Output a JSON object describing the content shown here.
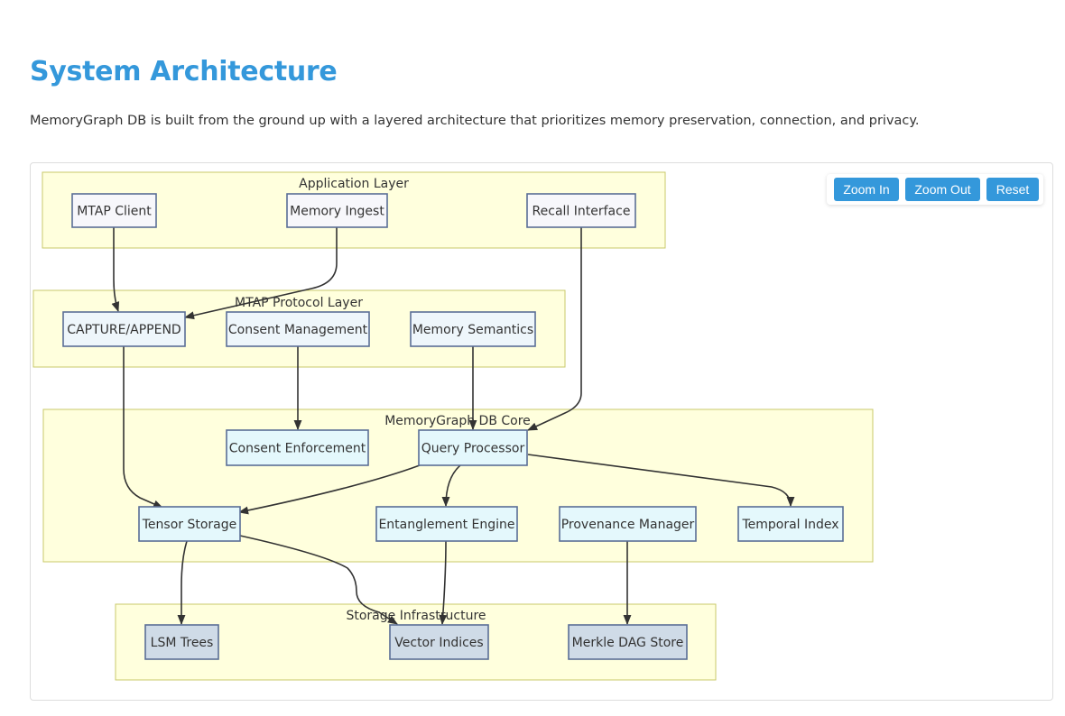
{
  "page": {
    "title": "System Architecture",
    "intro": "MemoryGraph DB is built from the ground up with a layered architecture that prioritizes memory preservation, connection, and privacy."
  },
  "zoom_controls": {
    "zoom_in": "Zoom In",
    "zoom_out": "Zoom Out",
    "reset": "Reset"
  },
  "colors": {
    "title": "#3498db",
    "button": "#3498db",
    "layer_fill": "#ffffdd",
    "layer_border": "#c8c86a",
    "node_border": "#5a6e96",
    "node_app_fill": "#f7f7fb",
    "node_proto_fill": "#eef6fb",
    "node_core_fill": "#e4f8fc",
    "node_storage_fill": "#cfdbe7"
  },
  "layers": {
    "application": "Application Layer",
    "protocol": "MTAP Protocol Layer",
    "core": "MemoryGraph DB Core",
    "storage": "Storage Infrastructure"
  },
  "nodes": {
    "mtap_client": "MTAP Client",
    "memory_ingest": "Memory Ingest",
    "recall_interface": "Recall Interface",
    "capture_append": "CAPTURE/APPEND",
    "consent_management": "Consent Management",
    "memory_semantics": "Memory Semantics",
    "consent_enforcement": "Consent Enforcement",
    "query_processor": "Query Processor",
    "tensor_storage": "Tensor Storage",
    "entanglement_engine": "Entanglement Engine",
    "provenance_manager": "Provenance Manager",
    "temporal_index": "Temporal Index",
    "lsm_trees": "LSM Trees",
    "vector_indices": "Vector Indices",
    "merkle_dag_store": "Merkle DAG Store"
  },
  "edges": [
    {
      "from": "mtap_client",
      "to": "capture_append"
    },
    {
      "from": "memory_ingest",
      "to": "capture_append"
    },
    {
      "from": "recall_interface",
      "to": "query_processor"
    },
    {
      "from": "capture_append",
      "to": "tensor_storage"
    },
    {
      "from": "consent_management",
      "to": "consent_enforcement"
    },
    {
      "from": "memory_semantics",
      "to": "query_processor"
    },
    {
      "from": "query_processor",
      "to": "tensor_storage"
    },
    {
      "from": "query_processor",
      "to": "entanglement_engine"
    },
    {
      "from": "query_processor",
      "to": "temporal_index"
    },
    {
      "from": "tensor_storage",
      "to": "lsm_trees"
    },
    {
      "from": "tensor_storage",
      "to": "vector_indices"
    },
    {
      "from": "entanglement_engine",
      "to": "vector_indices"
    },
    {
      "from": "provenance_manager",
      "to": "merkle_dag_store"
    }
  ]
}
